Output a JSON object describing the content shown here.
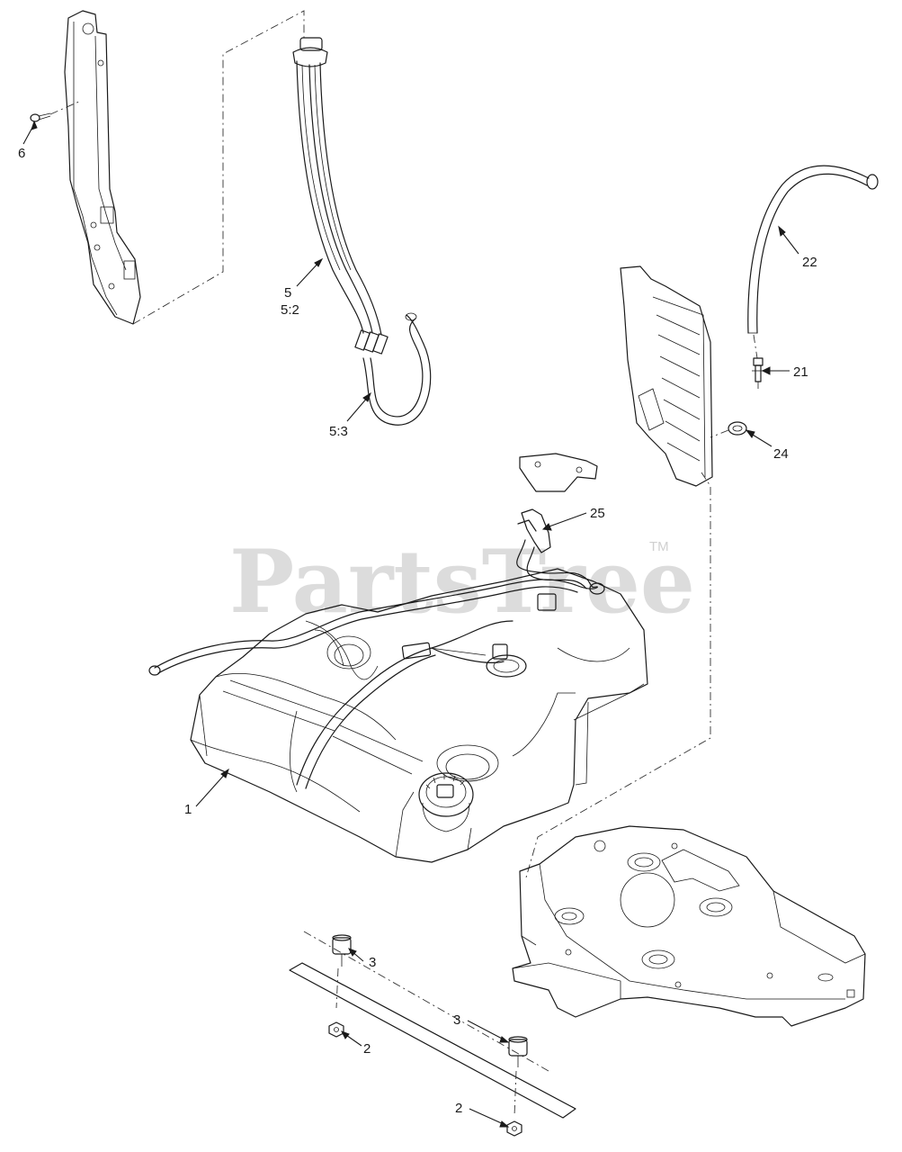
{
  "watermark": {
    "text": "PartsTree",
    "trademark": "TM"
  },
  "callouts": [
    {
      "id": "c6",
      "label": "6"
    },
    {
      "id": "c5",
      "label": "5"
    },
    {
      "id": "c52",
      "label": "5:2"
    },
    {
      "id": "c53",
      "label": "5:3"
    },
    {
      "id": "c22",
      "label": "22"
    },
    {
      "id": "c21",
      "label": "21"
    },
    {
      "id": "c24",
      "label": "24"
    },
    {
      "id": "c25",
      "label": "25"
    },
    {
      "id": "c1",
      "label": "1"
    },
    {
      "id": "c3a",
      "label": "3"
    },
    {
      "id": "c2a",
      "label": "2"
    },
    {
      "id": "c3b",
      "label": "3"
    },
    {
      "id": "c2b",
      "label": "2"
    }
  ],
  "colors": {
    "line": "#1a1a1a",
    "watermark": "#d6d6d6",
    "background": "#ffffff"
  }
}
